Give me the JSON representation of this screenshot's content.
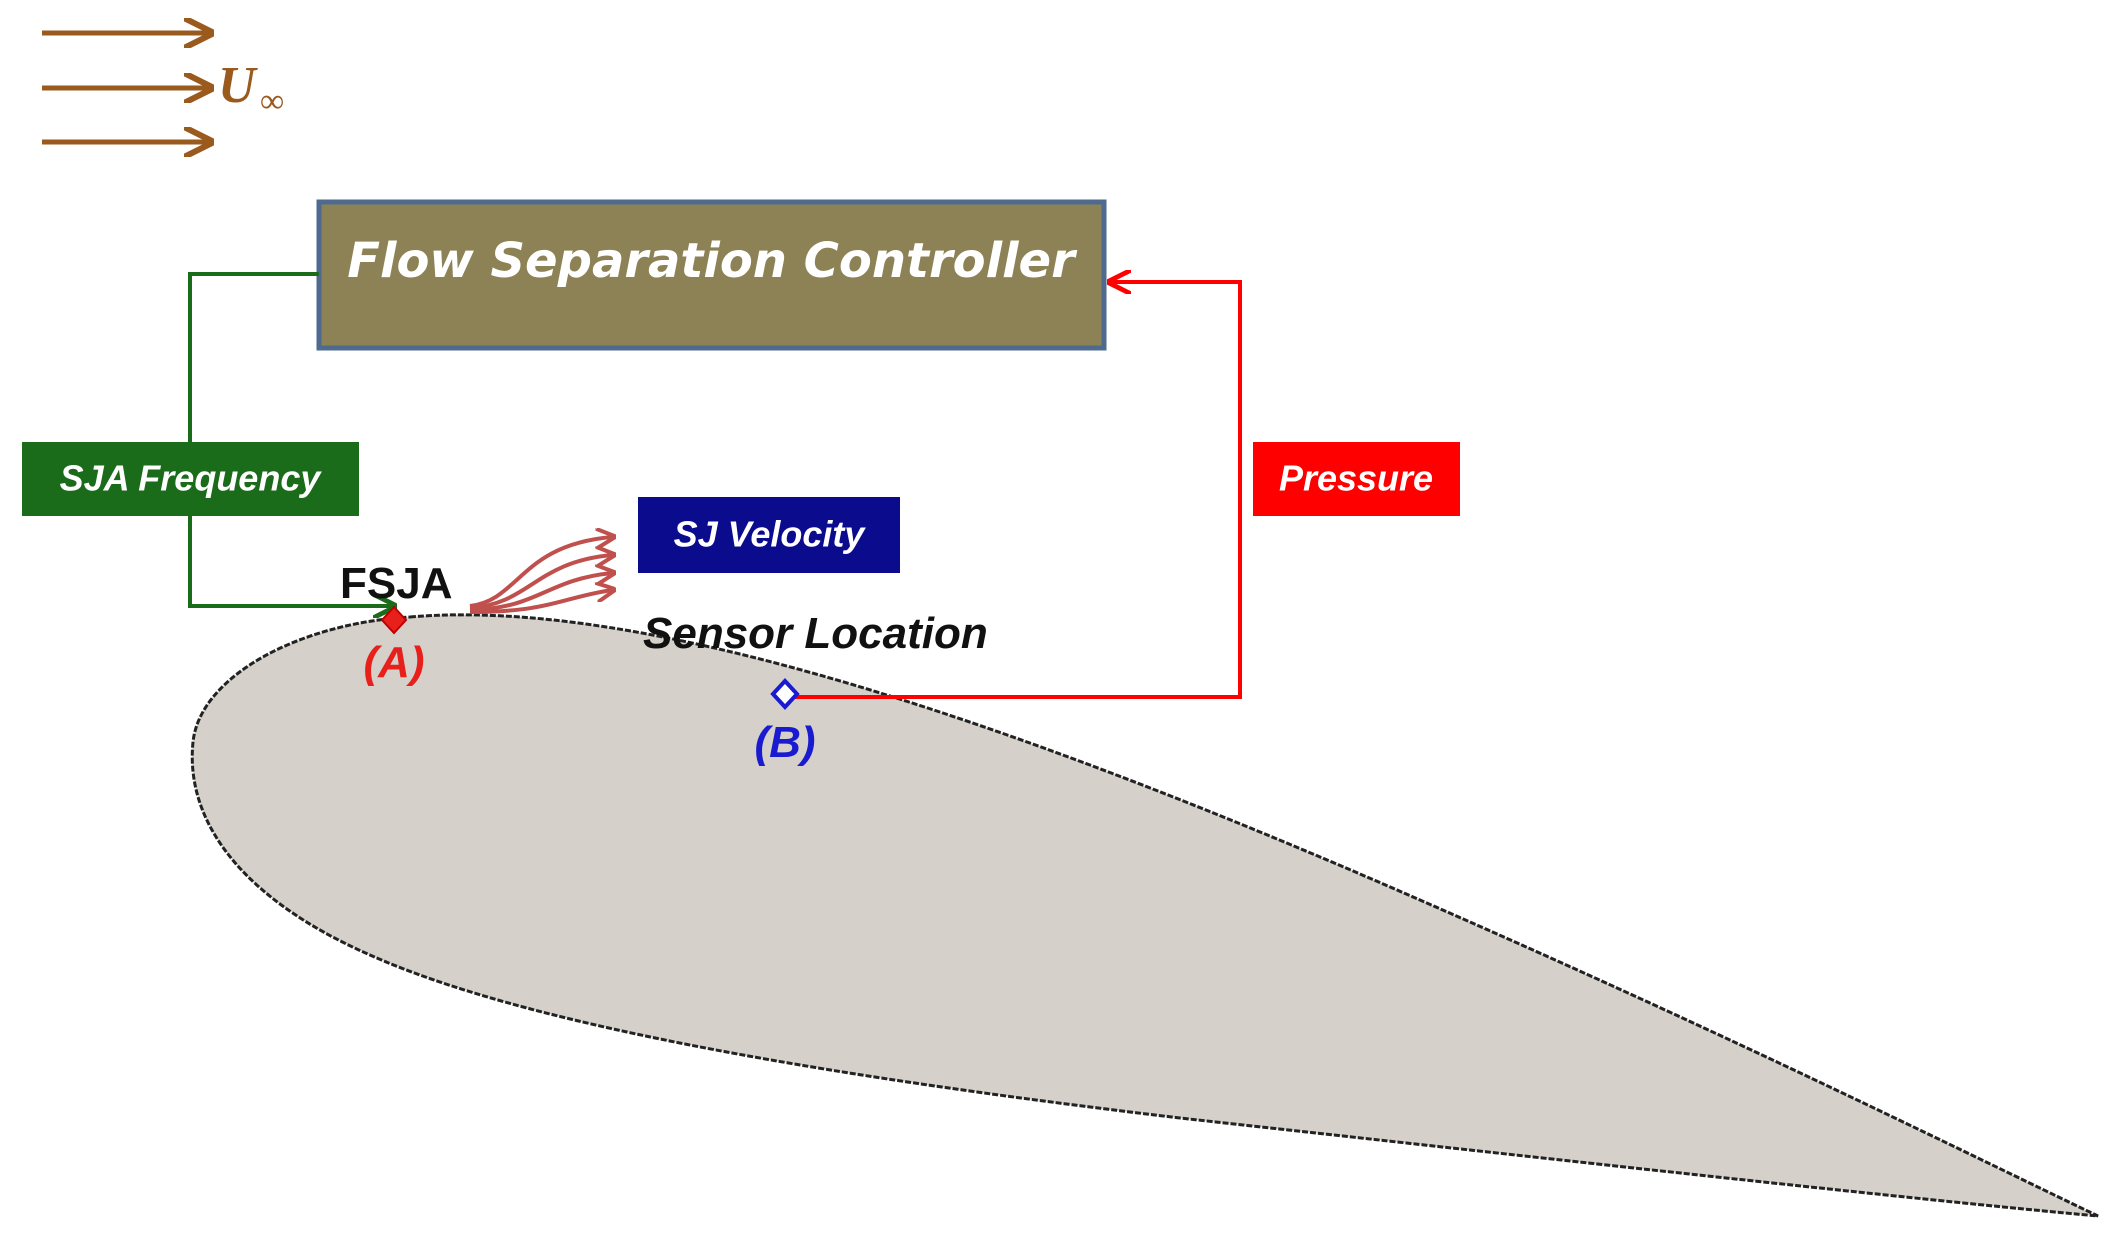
{
  "freestream": {
    "symbol": "U",
    "subscript": "∞",
    "color": "#9a5a1e"
  },
  "controller": {
    "label": "Flow Separation Controller",
    "fill": "#8d8255",
    "border": "#4f6a8f"
  },
  "sja_frequency": {
    "label": "SJA Frequency",
    "color": "#1a6b1a"
  },
  "pressure": {
    "label": "Pressure",
    "color": "#ff0000"
  },
  "sj_velocity": {
    "label": "SJ Velocity",
    "color": "#0b0b8e",
    "jet_color": "#c0504d"
  },
  "fsja": {
    "label": "FSJA"
  },
  "point_a": {
    "label": "(A)",
    "color": "#e8201c"
  },
  "sensor": {
    "label": "Sensor Location"
  },
  "point_b": {
    "label": "(B)",
    "color": "#1a1ad0"
  },
  "airfoil": {
    "fill": "#d5d1ca",
    "outline": "#222222"
  }
}
